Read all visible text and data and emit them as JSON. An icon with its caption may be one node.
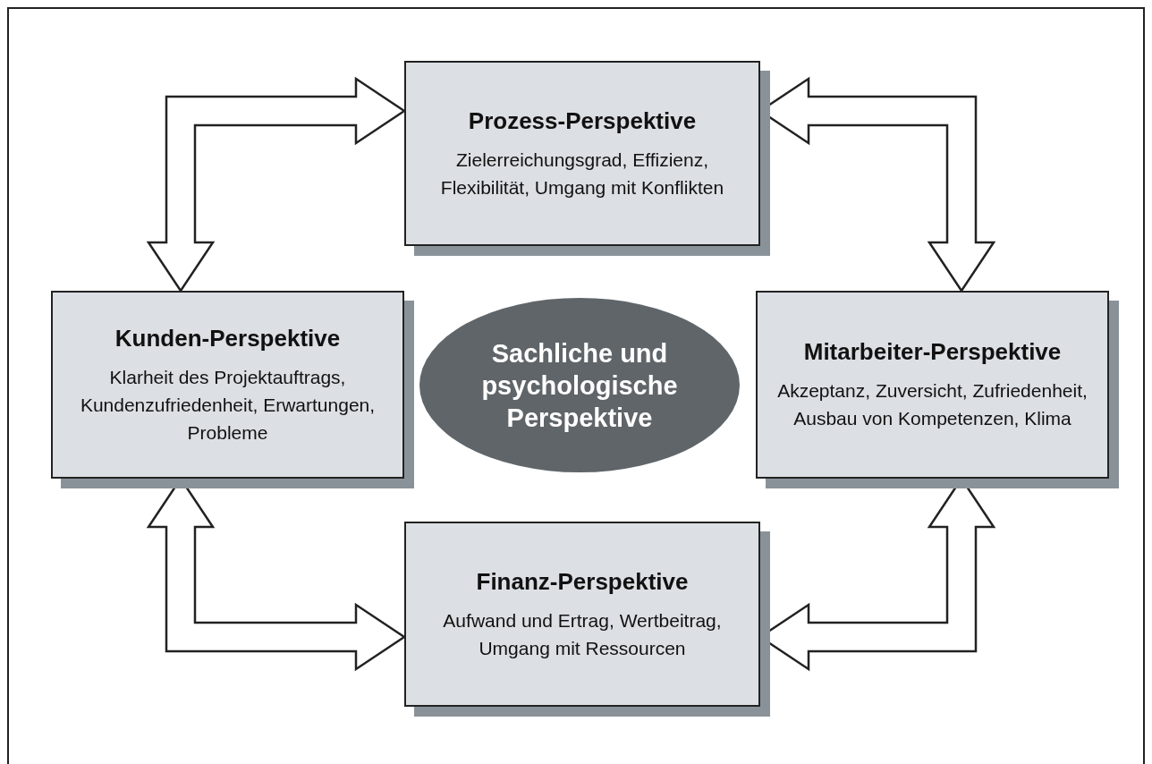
{
  "diagram": {
    "nodes": [
      {
        "text": [
          "Prozess-Perspektive",
          "Zielerreichungsgrad, Effizienz, Flexibilität, Umgang mit Konflikten"
        ]
      },
      {
        "text": [
          "Kunden-Perspektive",
          "Klarheit des Projektauftrags, Kundenzufriedenheit, Erwartungen, Probleme"
        ]
      },
      {
        "text": [
          "Sachliche und psychologische Perspektive"
        ]
      },
      {
        "text": [
          "Mitarbeiter-Perspektive",
          "Akzeptanz, Zuversicht, Zufriedenheit, Ausbau von Kompetenzen, Klima"
        ]
      },
      {
        "text": [
          "Finanz-Perspektive",
          "Aufwand und Ertrag, Wertbeitrag, Umgang mit Ressourcen"
        ]
      }
    ],
    "edges": [
      {
        "from": 1,
        "to": 0,
        "arrow": "both"
      },
      {
        "from": 0,
        "to": 3,
        "arrow": "both"
      },
      {
        "from": 1,
        "to": 4,
        "arrow": "both"
      },
      {
        "from": 3,
        "to": 4,
        "arrow": "both"
      }
    ]
  }
}
